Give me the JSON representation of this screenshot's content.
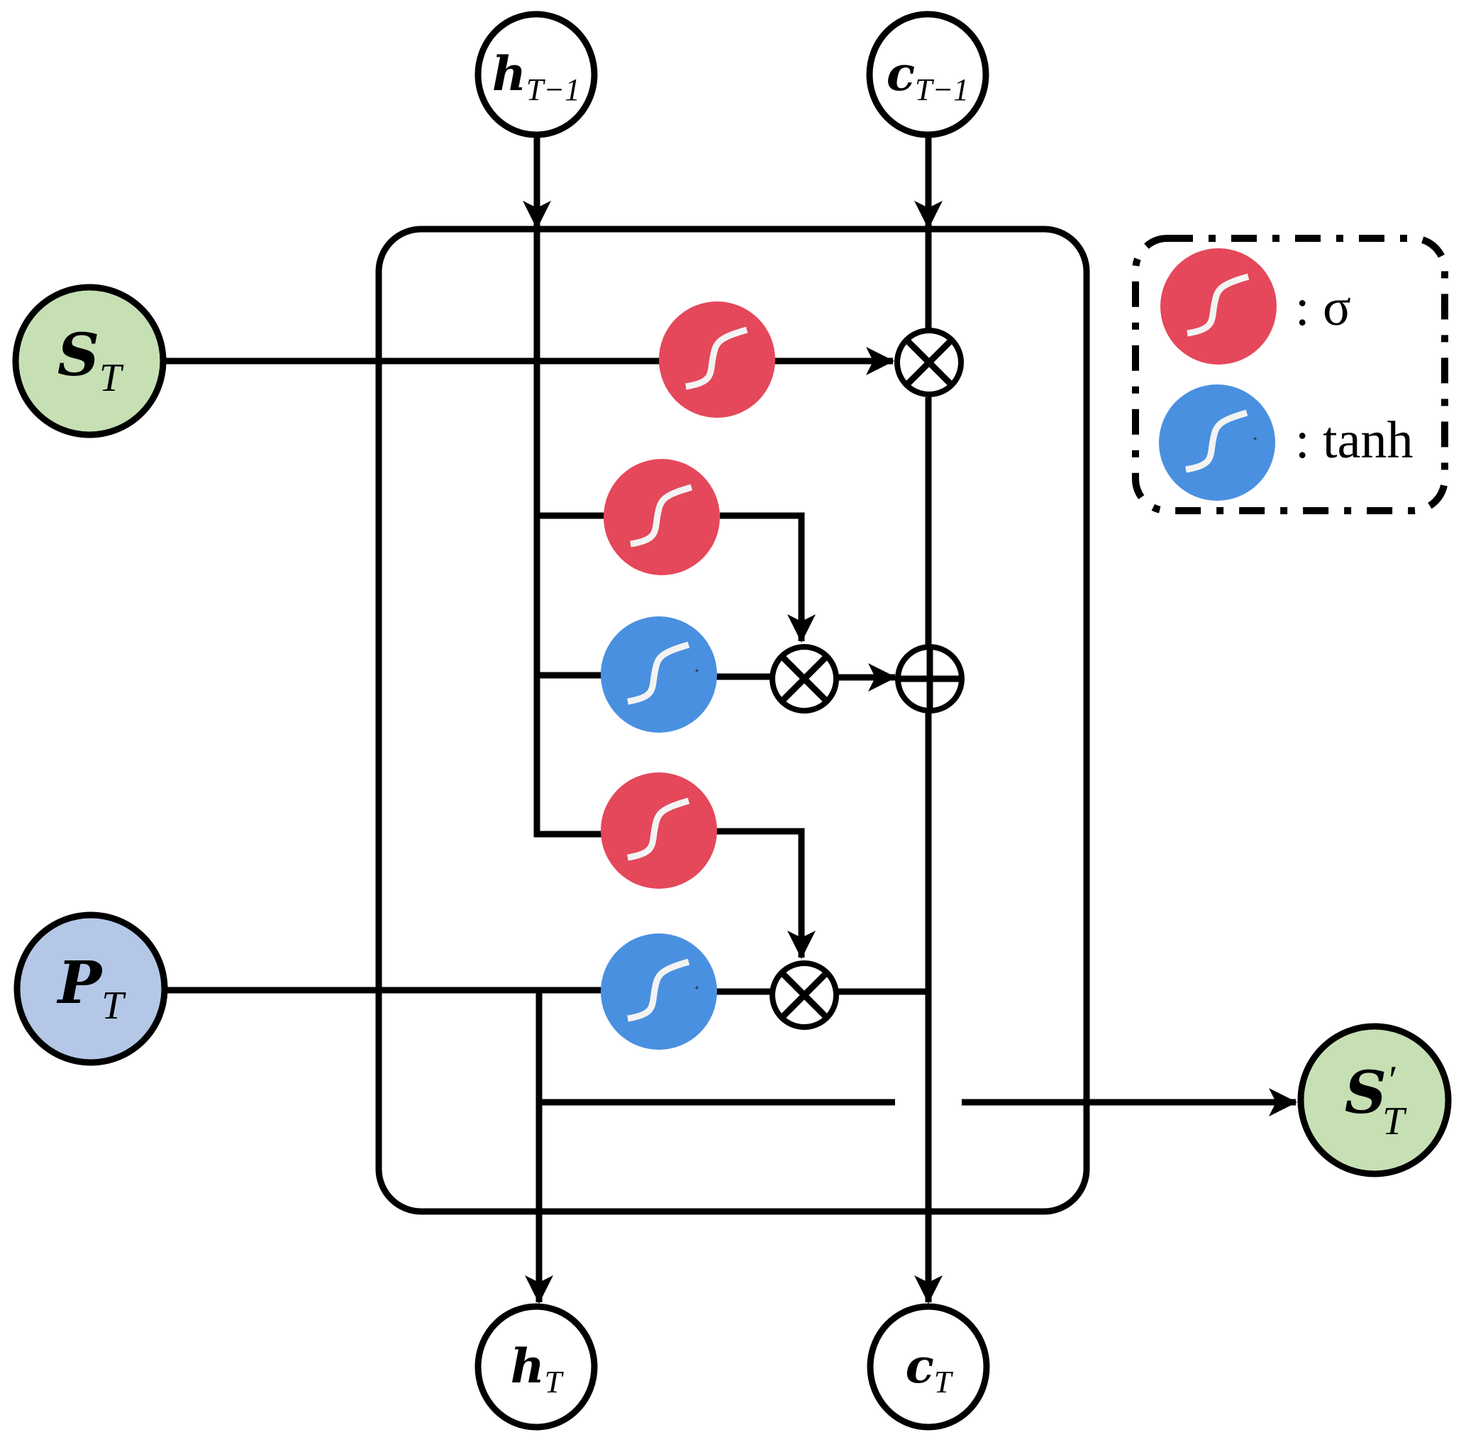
{
  "diagram": {
    "type": "LSTM-style cell with spatial/positional inputs",
    "nodes": {
      "h_prev": {
        "main": "h",
        "sub": "T−1"
      },
      "c_prev": {
        "main": "c",
        "sub": "T−1"
      },
      "s_in": {
        "main": "S",
        "sub": "T"
      },
      "p_in": {
        "main": "P",
        "sub": "T"
      },
      "s_out": {
        "main": "S",
        "prime": "′",
        "sub": "T"
      },
      "h_out": {
        "main": "h",
        "sub": "T"
      },
      "c_out": {
        "main": "c",
        "sub": "T"
      }
    },
    "gates": [
      {
        "id": "gate-1",
        "activation": "sigmoid"
      },
      {
        "id": "gate-2",
        "activation": "sigmoid"
      },
      {
        "id": "gate-3",
        "activation": "tanh"
      },
      {
        "id": "gate-4",
        "activation": "sigmoid"
      },
      {
        "id": "gate-5",
        "activation": "tanh"
      }
    ],
    "operators": [
      {
        "id": "multiply-1",
        "symbol": "⊗"
      },
      {
        "id": "multiply-2",
        "symbol": "⊗"
      },
      {
        "id": "add-1",
        "symbol": "⊕"
      },
      {
        "id": "multiply-3",
        "symbol": "⊗"
      }
    ],
    "legend": [
      {
        "color": "#e4485a",
        "label": ": σ"
      },
      {
        "color": "#4a90e0",
        "label": ": tanh"
      }
    ],
    "colors": {
      "sigmoid": "#e4485a",
      "tanh": "#4a90e0",
      "s_node_fill": "#c6e0b4",
      "p_node_fill": "#b4c7e7",
      "stroke": "#000000"
    }
  }
}
